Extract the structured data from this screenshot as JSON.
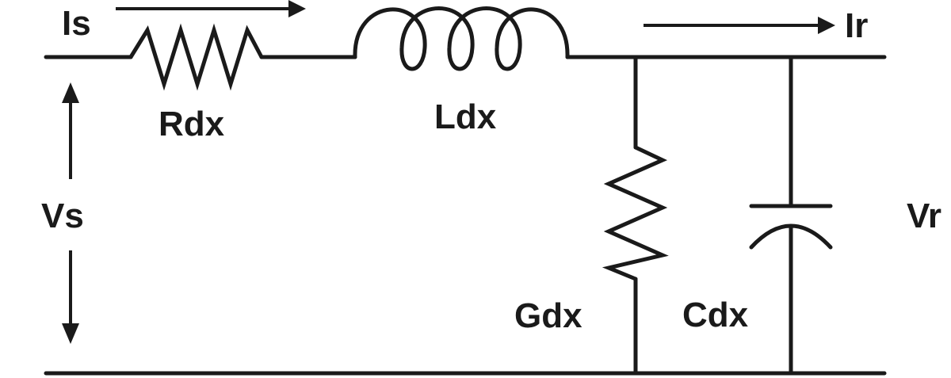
{
  "diagram": {
    "labels": {
      "sending_current": "Is",
      "receiving_current": "Ir",
      "resistance": "Rdx",
      "inductance": "Ldx",
      "sending_voltage": "Vs",
      "receiving_voltage": "Vr",
      "conductance": "Gdx",
      "capacitance": "Cdx"
    },
    "colors": {
      "ink": "#1a1a1a",
      "background": "#ffffff"
    }
  }
}
